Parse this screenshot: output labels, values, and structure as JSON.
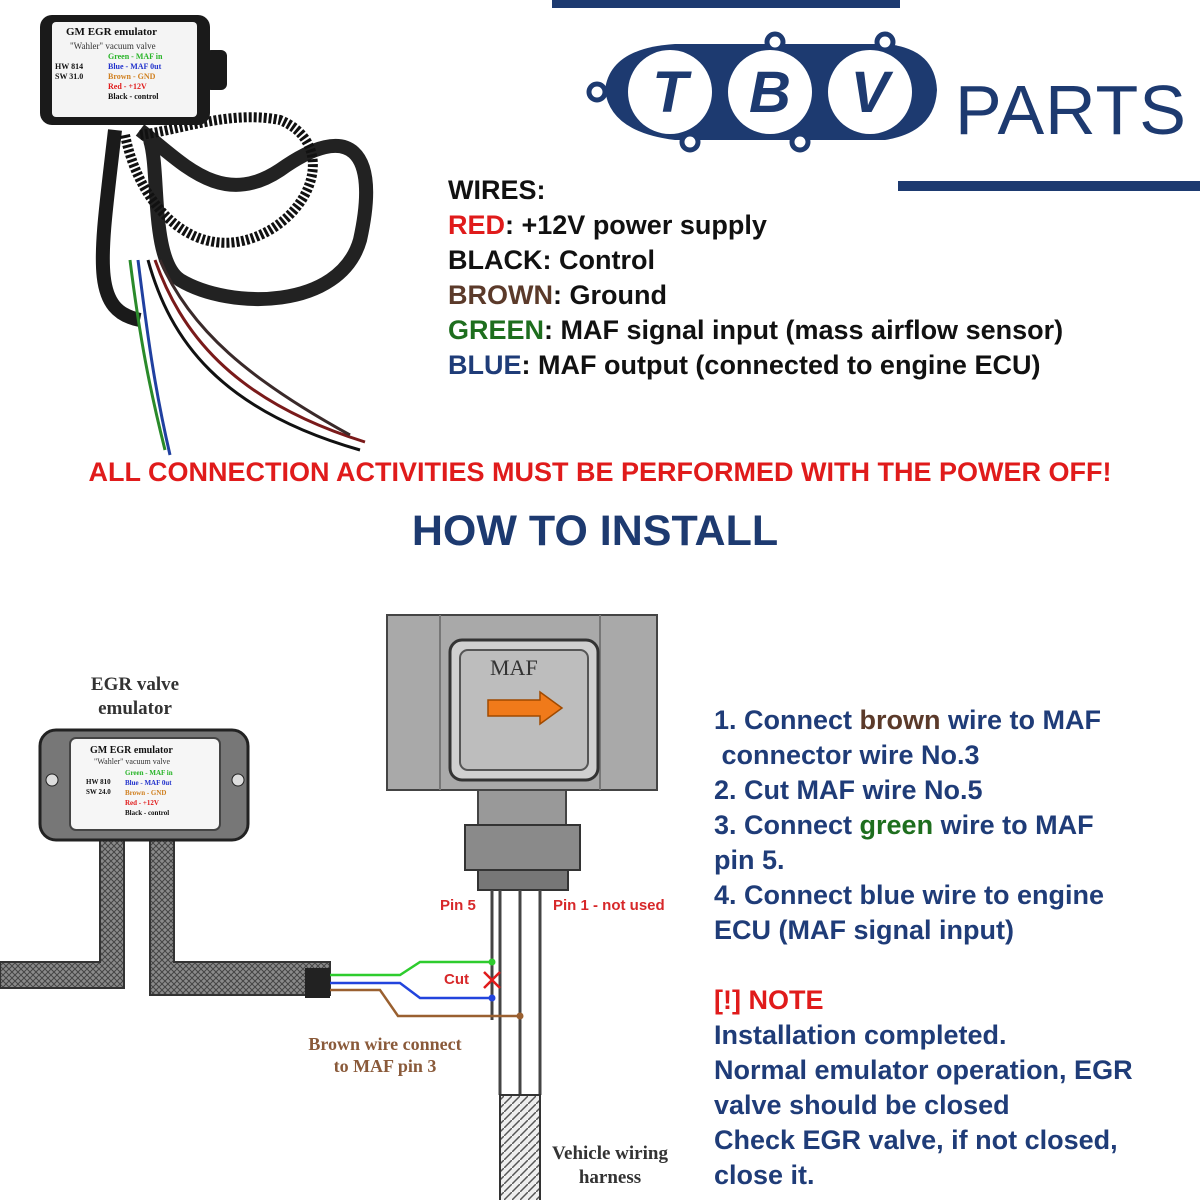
{
  "logo": {
    "letters": [
      "T",
      "B",
      "V"
    ],
    "suffix": "PARTS",
    "brand_color": "#1d3a70"
  },
  "photo": {
    "device_title": "GM    EGR emulator",
    "device_subtitle": "\"Wahler\" vacuum valve",
    "hw": "HW 814",
    "sw": "SW 31.0",
    "legend": [
      {
        "text": "Green - MAF in",
        "color": "#27b427"
      },
      {
        "text": "Blue - MAF 0ut",
        "color": "#2233cc"
      },
      {
        "text": "Brown - GND",
        "color": "#d08020"
      },
      {
        "text": "Red - +12V",
        "color": "#e01b1b"
      },
      {
        "text": "Black - control",
        "color": "#111111"
      }
    ]
  },
  "wires": {
    "heading": "WIRES:",
    "items": [
      {
        "color_name": "RED",
        "desc": ": +12V power supply"
      },
      {
        "color_name": "BLACK",
        "desc": ": Control"
      },
      {
        "color_name": "BROWN",
        "desc": ": Ground"
      },
      {
        "color_name": "GREEN",
        "desc": ": MAF signal input (mass airflow sensor)"
      },
      {
        "color_name": "BLUE",
        "desc": ": MAF output (connected to engine ECU)"
      }
    ]
  },
  "warning": "ALL CONNECTION ACTIVITIES MUST BE PERFORMED WITH THE POWER OFF!",
  "howto_title": "HOW TO INSTALL",
  "diagram": {
    "egr_title_1": "EGR valve",
    "egr_title_2": "emulator",
    "device_title": "GM    EGR emulator",
    "device_subtitle": "\"Wahler\" vacuum valve",
    "hw": "HW 810",
    "sw": "SW 24.0",
    "legend": [
      {
        "text": "Green - MAF in",
        "color": "#27b427"
      },
      {
        "text": "Blue - MAF 0ut",
        "color": "#2233cc"
      },
      {
        "text": "Brown - GND",
        "color": "#d08020"
      },
      {
        "text": "Red - +12V",
        "color": "#e01b1b"
      },
      {
        "text": "Black - control",
        "color": "#111111"
      }
    ],
    "maf_label": "MAF",
    "pin5_label": "Pin 5",
    "pin1_label": "Pin 1 - not used",
    "cut_label": "Cut",
    "brown_note_1": "Brown wire connect",
    "brown_note_2": "to MAF pin 3",
    "harness_1": "Vehicle wiring",
    "harness_2": "harness"
  },
  "steps": {
    "s1_a": "1. Connect ",
    "s1_b": "brown",
    "s1_c": " wire to MAF",
    "s1_d": " connector wire No.3",
    "s2": "2. Cut MAF wire No.5",
    "s3_a": "3. Connect ",
    "s3_b": "green",
    "s3_c": " wire to MAF",
    "s3_d": "pin 5.",
    "s4_a": "4. Connect blue wire to engine",
    "s4_b": "ECU (MAF signal input)",
    "note_title": "[!] NOTE",
    "note_1": "Installation completed.",
    "note_2": "Normal emulator operation, EGR",
    "note_3": "valve should be closed",
    "note_4": "Check EGR valve, if not closed,",
    "note_5": "close it."
  }
}
